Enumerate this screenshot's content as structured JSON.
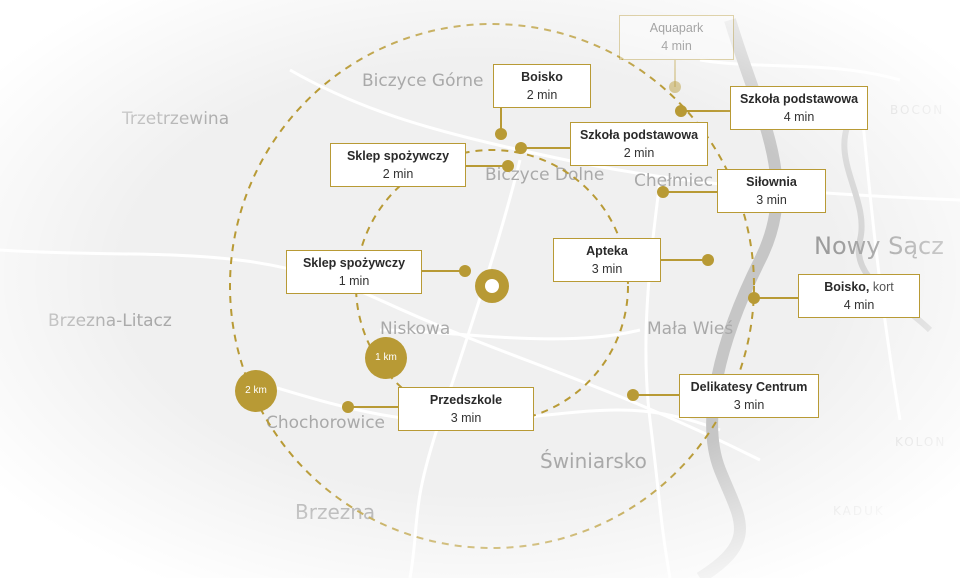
{
  "colors": {
    "accent": "#b89a35",
    "road": "#ffffff",
    "land": "#efefef",
    "river": "#c9c9c9"
  },
  "places": {
    "trzetrzewina": "Trzetrzewina",
    "biczyce_gorne": "Biczyce Górne",
    "biczyce_dolne": "Biczyce Dolne",
    "chelmiec": "Chełmiec",
    "nowy_sacz": "Nowy Sącz",
    "bocon": "BOCON",
    "brzezna_litacz": "Brzezna-Litacz",
    "niskowa": "Niskowa",
    "mala_wies": "Mała Wieś",
    "chochorowice": "Chochorowice",
    "swiniarsko": "Świniarsko",
    "brzezna": "Brzezna",
    "kolon": "KOLON",
    "kaduk": "KADUK"
  },
  "radius_labels": {
    "inner": "1 km",
    "outer": "2 km"
  },
  "pois": [
    {
      "id": "aquapark",
      "name": "Aquapark",
      "time": "4 min"
    },
    {
      "id": "boisko",
      "name": "Boisko",
      "time": "2 min"
    },
    {
      "id": "szkola2",
      "name": "Szkoła podstawowa",
      "time": "2 min"
    },
    {
      "id": "sklep2",
      "name": "Sklep spożywczy",
      "time": "2 min"
    },
    {
      "id": "szkola4",
      "name": "Szkoła podstawowa",
      "time": "4 min"
    },
    {
      "id": "silownia",
      "name": "Siłownia",
      "time": "3 min"
    },
    {
      "id": "apteka",
      "name": "Apteka",
      "time": "3 min"
    },
    {
      "id": "sklep1",
      "name": "Sklep spożywczy",
      "time": "1 min"
    },
    {
      "id": "boisko_kort",
      "name": "Boisko,",
      "name_suffix": "kort",
      "time": "4 min"
    },
    {
      "id": "delikatesy",
      "name": "Delikatesy Centrum",
      "time": "3 min"
    },
    {
      "id": "przedszkole",
      "name": "Przedszkole",
      "time": "3 min"
    }
  ]
}
